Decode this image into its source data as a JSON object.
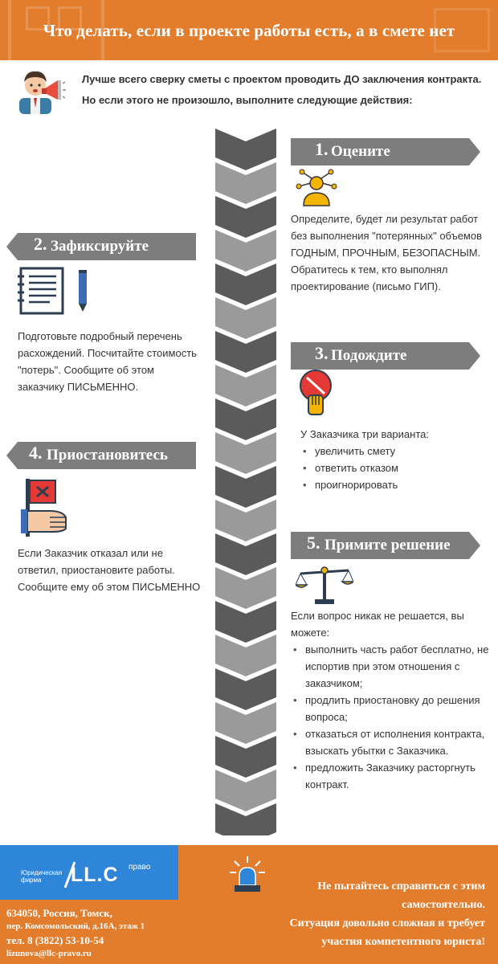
{
  "header": {
    "title": "Что делать, если в проекте работы есть, а в смете нет"
  },
  "intro": {
    "text": "Лучше всего сверку сметы с проектом проводить ДО заключения контракта. Но если этого не произошло, выполните следующие действия:",
    "icon": "speaker-megaphone-icon"
  },
  "steps": [
    {
      "num": "1.",
      "title": "Оцените",
      "icon": "idea-network-icon",
      "text": "Определите, будет ли результат работ без выполнения \"потерянных\" объемов ГОДНЫМ, ПРОЧНЫМ, БЕЗОПАСНЫМ. Обратитесь к тем, кто выполнял проектирование (письмо ГИП)."
    },
    {
      "num": "2.",
      "title": "Зафиксируйте",
      "icon": "document-pen-icon",
      "text": "Подготовьте подробный перечень расхождений. Посчитайте стоимость \"потерь\". Сообщите об этом заказчику ПИСЬМЕННО."
    },
    {
      "num": "3.",
      "title": "Подождите",
      "icon": "stop-hand-icon",
      "lead": "У Заказчика три варианта:",
      "options": [
        "увеличить смету",
        "ответить отказом",
        "проигнорировать"
      ]
    },
    {
      "num": "4.",
      "title": "Приостановитесь",
      "icon": "stop-flag-icon",
      "text": "Если Заказчик отказал или не ответил, приостановите работы. Сообщите ему об этом ПИСЬМЕННО"
    },
    {
      "num": "5.",
      "title": "Примите решение",
      "icon": "scales-icon",
      "lead": "Если вопрос никак не решается, вы можете:",
      "options": [
        "выполнить часть работ бесплатно, не испортив при этом отношения с заказчиком;",
        "продлить приостановку до решения вопроса;",
        " отказаться от исполнения контракта, взыскать убытки с Заказчика.",
        "предложить Заказчику расторгнуть контракт."
      ]
    }
  ],
  "footer": {
    "logo_small": "Юридическая фирма",
    "logo_main": "LL.C",
    "logo_sup": "право",
    "address_line1": "634050, Россия, Томск,",
    "address_line2": "пер. Комсомольский, д.16А, этаж 1",
    "phone": "тел. 8 (3822) 53-10-54",
    "email": "lizunova@llc-pravo.ru",
    "warning_line1": "Не пытайтесь справиться с этим",
    "warning_line2": "самостоятельно.",
    "warning_line3": "Ситуация довольно сложная и требует",
    "warning_line4": "участия компетентного юриста!",
    "warning_icon": "alarm-siren-icon"
  },
  "colors": {
    "orange": "#e27d2e",
    "gray": "#7d7d7d",
    "spine_dark": "#5b5b5b",
    "spine_light": "#9a9a9a",
    "blue": "#2f86d9"
  }
}
